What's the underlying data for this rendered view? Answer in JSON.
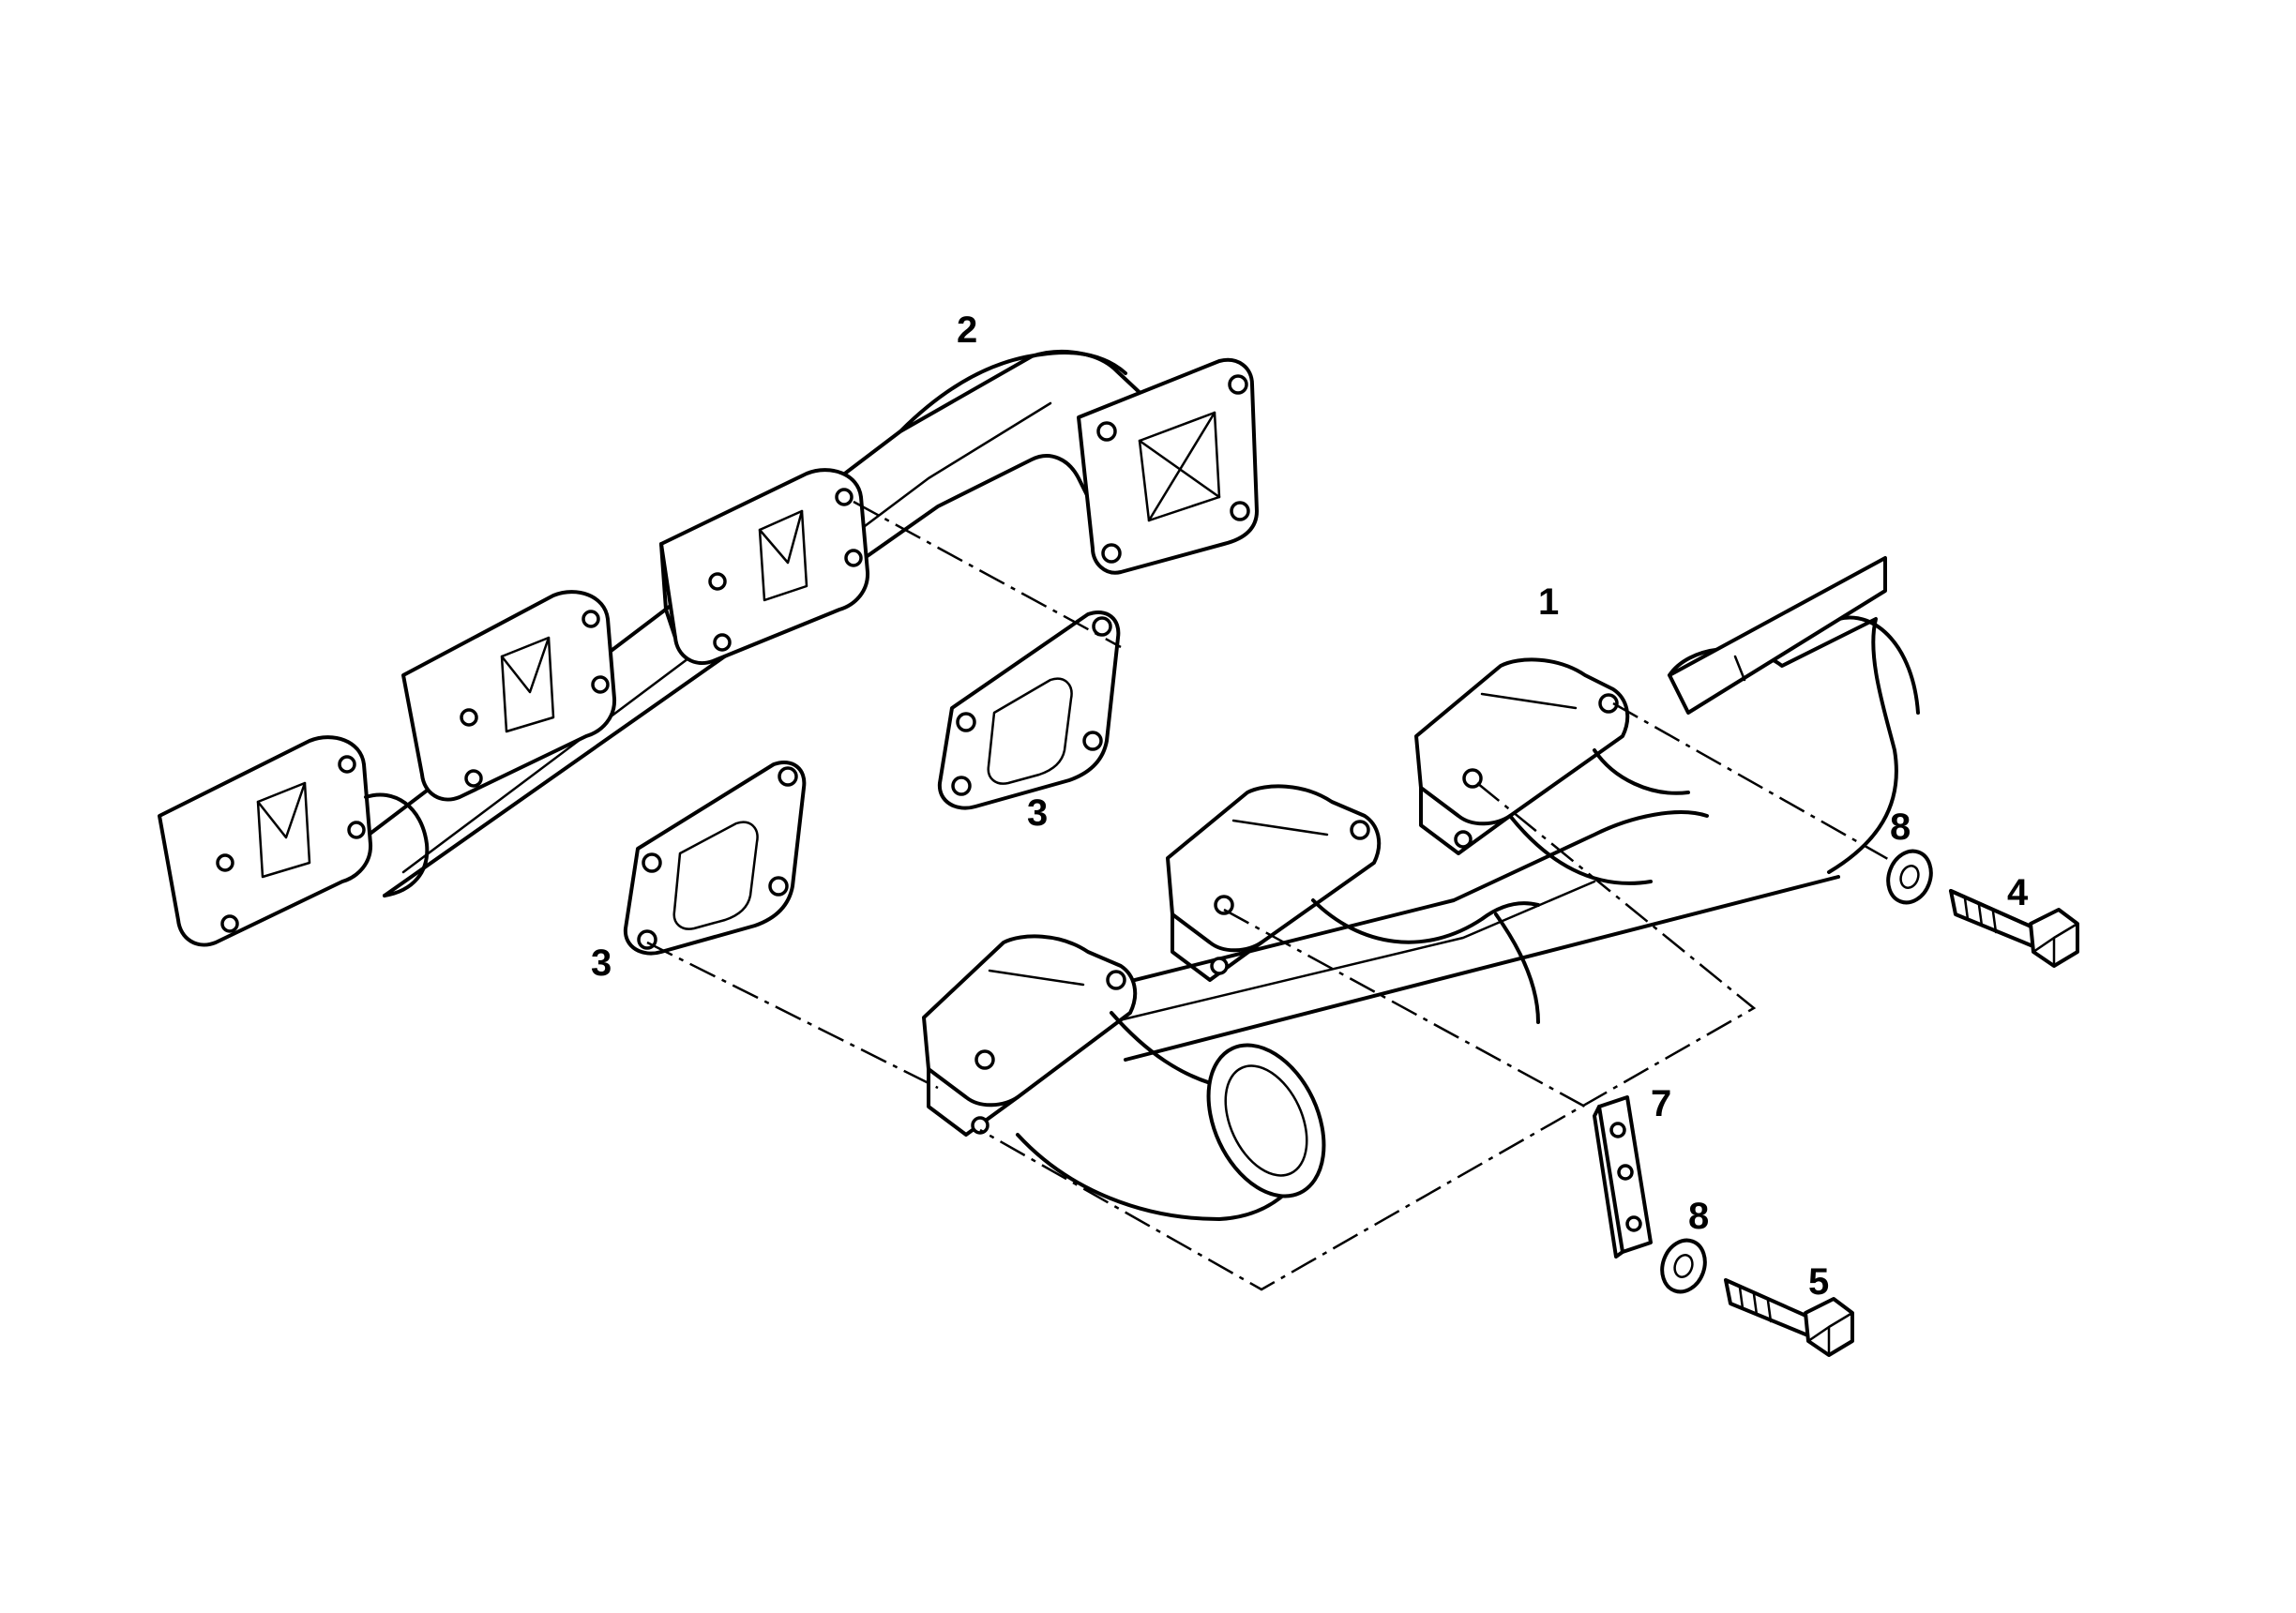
{
  "callouts": {
    "c1": "1",
    "c2": "2",
    "c3a": "3",
    "c3b": "3",
    "c4": "4",
    "c5": "5",
    "c7": "7",
    "c8a": "8",
    "c8b": "8"
  },
  "line_color": "#000000",
  "background_color": "#ffffff"
}
